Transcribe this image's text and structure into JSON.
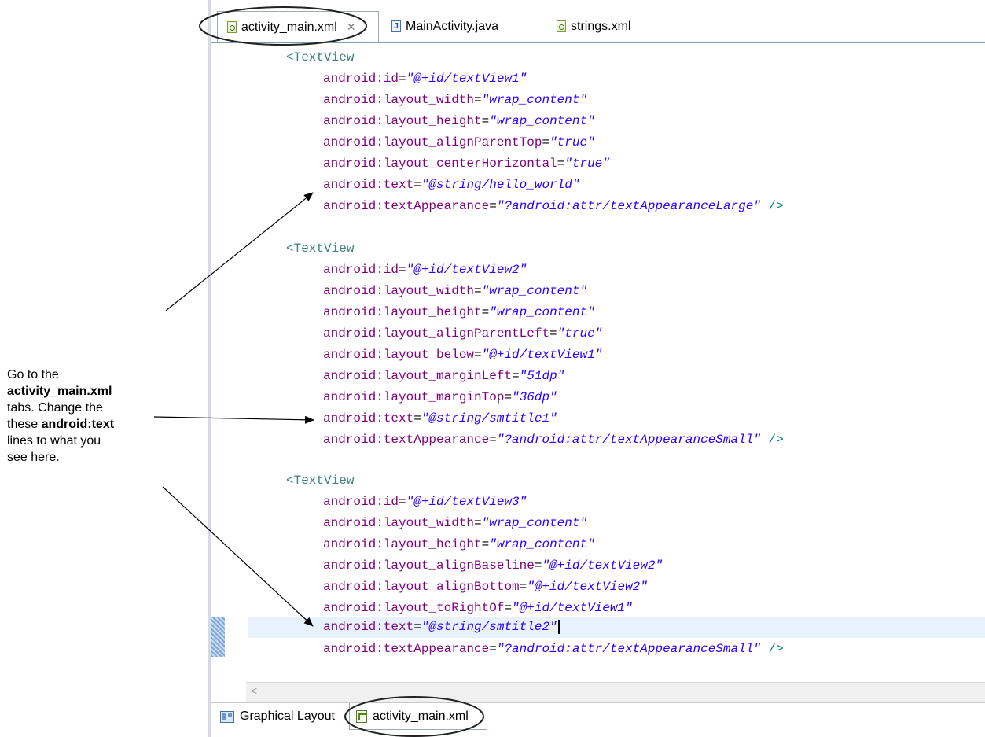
{
  "tabs": [
    {
      "label": "activity_main.xml",
      "icon": "xml-file-icon",
      "active": true
    },
    {
      "label": "MainActivity.java",
      "icon": "java-file-icon",
      "active": false
    },
    {
      "label": "strings.xml",
      "icon": "xml-file-icon",
      "active": false
    }
  ],
  "code": {
    "block1": {
      "open": "<TextView",
      "id": {
        "attr": "android:id",
        "val": "\"@+id/textView1\""
      },
      "width": {
        "attr": "android:layout_width",
        "val": "\"wrap_content\""
      },
      "height": {
        "attr": "android:layout_height",
        "val": "\"wrap_content\""
      },
      "alignParentTop": {
        "attr": "android:layout_alignParentTop",
        "val": "\"true\""
      },
      "centerHorizontal": {
        "attr": "android:layout_centerHorizontal",
        "val": "\"true\""
      },
      "text": {
        "attr": "android:text",
        "val": "\"@string/hello_world\""
      },
      "textAppearance": {
        "attr": "android:textAppearance",
        "val": "\"?android:attr/textAppearanceLarge\"",
        "close": " />"
      }
    },
    "block2": {
      "open": "<TextView",
      "id": {
        "attr": "android:id",
        "val": "\"@+id/textView2\""
      },
      "width": {
        "attr": "android:layout_width",
        "val": "\"wrap_content\""
      },
      "height": {
        "attr": "android:layout_height",
        "val": "\"wrap_content\""
      },
      "alignParentLeft": {
        "attr": "android:layout_alignParentLeft",
        "val": "\"true\""
      },
      "below": {
        "attr": "android:layout_below",
        "val": "\"@+id/textView1\""
      },
      "marginLeft": {
        "attr": "android:layout_marginLeft",
        "val": "\"51dp\""
      },
      "marginTop": {
        "attr": "android:layout_marginTop",
        "val": "\"36dp\""
      },
      "text": {
        "attr": "android:text",
        "val": "\"@string/smtitle1\""
      },
      "textAppearance": {
        "attr": "android:textAppearance",
        "val": "\"?android:attr/textAppearanceSmall\"",
        "close": " />"
      }
    },
    "block3": {
      "open": "<TextView",
      "id": {
        "attr": "android:id",
        "val": "\"@+id/textView3\""
      },
      "width": {
        "attr": "android:layout_width",
        "val": "\"wrap_content\""
      },
      "height": {
        "attr": "android:layout_height",
        "val": "\"wrap_content\""
      },
      "alignBaseline": {
        "attr": "android:layout_alignBaseline",
        "val": "\"@+id/textView2\""
      },
      "alignBottom": {
        "attr": "android:layout_alignBottom",
        "val": "\"@+id/textView2\""
      },
      "toRightOf": {
        "attr": "android:layout_toRightOf",
        "val": "\"@+id/textView1\""
      },
      "text": {
        "attr": "android:text",
        "val": "\"@string/smtitle2\""
      },
      "textAppearance": {
        "attr": "android:textAppearance",
        "val": "\"?android:attr/textAppearanceSmall\"",
        "close": " />"
      }
    }
  },
  "bottom_tabs": [
    {
      "label": "Graphical Layout",
      "icon": "graphical-layout-icon",
      "active": false
    },
    {
      "label": "activity_main.xml",
      "icon": "xml-source-icon",
      "active": true
    }
  ],
  "annotation": {
    "line1": "Go to the",
    "bold1": "activity_main.xml",
    "line3": "tabs. Change the",
    "line4_pre": "these ",
    "bold2": "android:text",
    "line5": "lines to what you",
    "line6": "see here."
  },
  "colors": {
    "tag": "#3f7f7f",
    "attribute": "#7f007f",
    "value": "#2a00ff",
    "current_line": "#e8f2fe"
  }
}
